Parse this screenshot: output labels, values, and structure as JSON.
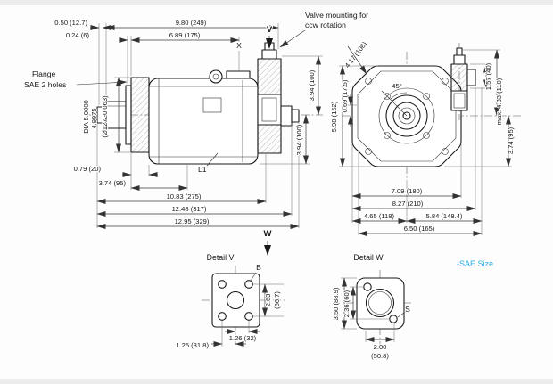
{
  "labels": {
    "flange1": "Flange",
    "flange2": "SAE 2 holes",
    "valve1": "Valve mounting for",
    "valve2": "ccw rotation",
    "x": "X",
    "v": "V",
    "w": "W",
    "l1": "L1",
    "b": "B",
    "s": "S",
    "detailV": "Detail V",
    "detailW": "Detail W",
    "saeSize": "-SAE Size"
  },
  "side": {
    "tipLen": "0.50 (12.7)",
    "span1": "9.80 (249)",
    "step": "0.24 (6)",
    "span2": "6.89 (175)",
    "diaLine1": "DIA 5.0000",
    "diaLine2": "4.9975",
    "diaMetric": "(Ø127 -0.063)",
    "flangeThk": "0.79 (20)",
    "pilotLen": "3.74 (95)",
    "len1": "10.83 (275)",
    "len2": "12.48 (317)",
    "len3": "12.95 (329)",
    "h1": "3.94 (100)",
    "h2": "3.94 (100)"
  },
  "front": {
    "diag": "4.17 (106)",
    "angle": "45°",
    "hl1": "5.98 (152)",
    "hl2": "0.69 (17.5)",
    "hr1": "1.57 (40)",
    "hr2": "max. 4.33 (110)",
    "hr3": "3.74 (95)",
    "w1": "7.09 (180)",
    "w2": "8.27 (210)",
    "w3a": "4.65 (118)",
    "w3b": "5.84 (148.4)",
    "w4": "6.50 (165)"
  },
  "detailV": {
    "h": "2.63",
    "hMetric": "(66.7)",
    "wRight": "1.26 (32)",
    "wLeft": "1.25 (31.8)"
  },
  "detailW": {
    "h1": "3.50 (88.9)",
    "h2": "2.36 (60)",
    "w": "2.00",
    "wMetric": "(50.8)"
  },
  "colors": {
    "accent": "#29abe2",
    "line": "#1a1a1a"
  }
}
